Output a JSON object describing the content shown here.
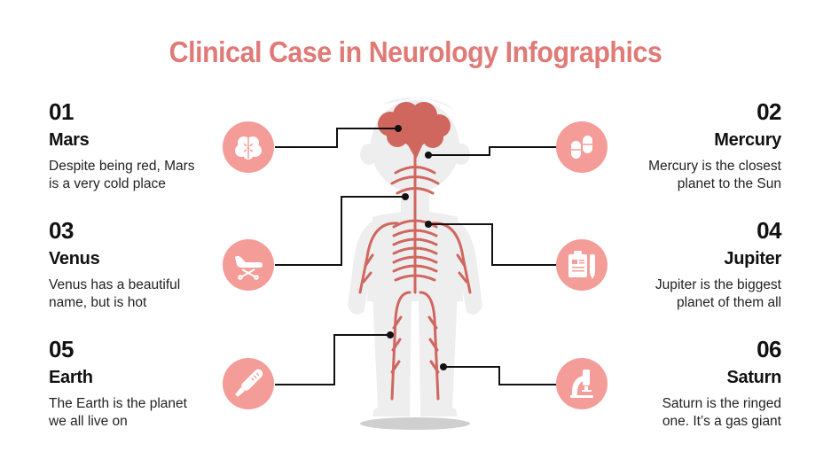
{
  "title": "Clinical Case in Neurology Infographics",
  "colors": {
    "accent": "#e07a77",
    "icon_bg": "#f49c98",
    "nerve": "#d0675f",
    "body": "#eeeeee",
    "text": "#111111"
  },
  "items": [
    {
      "num": "01",
      "name": "Mars",
      "desc_l1": "Despite being red, Mars",
      "desc_l2": "is a very cold place",
      "icon": "brain-icon"
    },
    {
      "num": "02",
      "name": "Mercury",
      "desc_l1": "Mercury is the closest",
      "desc_l2": "planet to the Sun",
      "icon": "pills-icon"
    },
    {
      "num": "03",
      "name": "Venus",
      "desc_l1": "Venus has a beautiful",
      "desc_l2": "name, but is hot",
      "icon": "stretcher-icon"
    },
    {
      "num": "04",
      "name": "Jupiter",
      "desc_l1": "Jupiter is the biggest",
      "desc_l2": "planet of them all",
      "icon": "clipboard-icon"
    },
    {
      "num": "05",
      "name": "Earth",
      "desc_l1": "The Earth is the planet",
      "desc_l2": "we all live on",
      "icon": "thermometer-icon"
    },
    {
      "num": "06",
      "name": "Saturn",
      "desc_l1": "Saturn is the ringed",
      "desc_l2": "one. It’s a gas giant",
      "icon": "microscope-icon"
    }
  ]
}
